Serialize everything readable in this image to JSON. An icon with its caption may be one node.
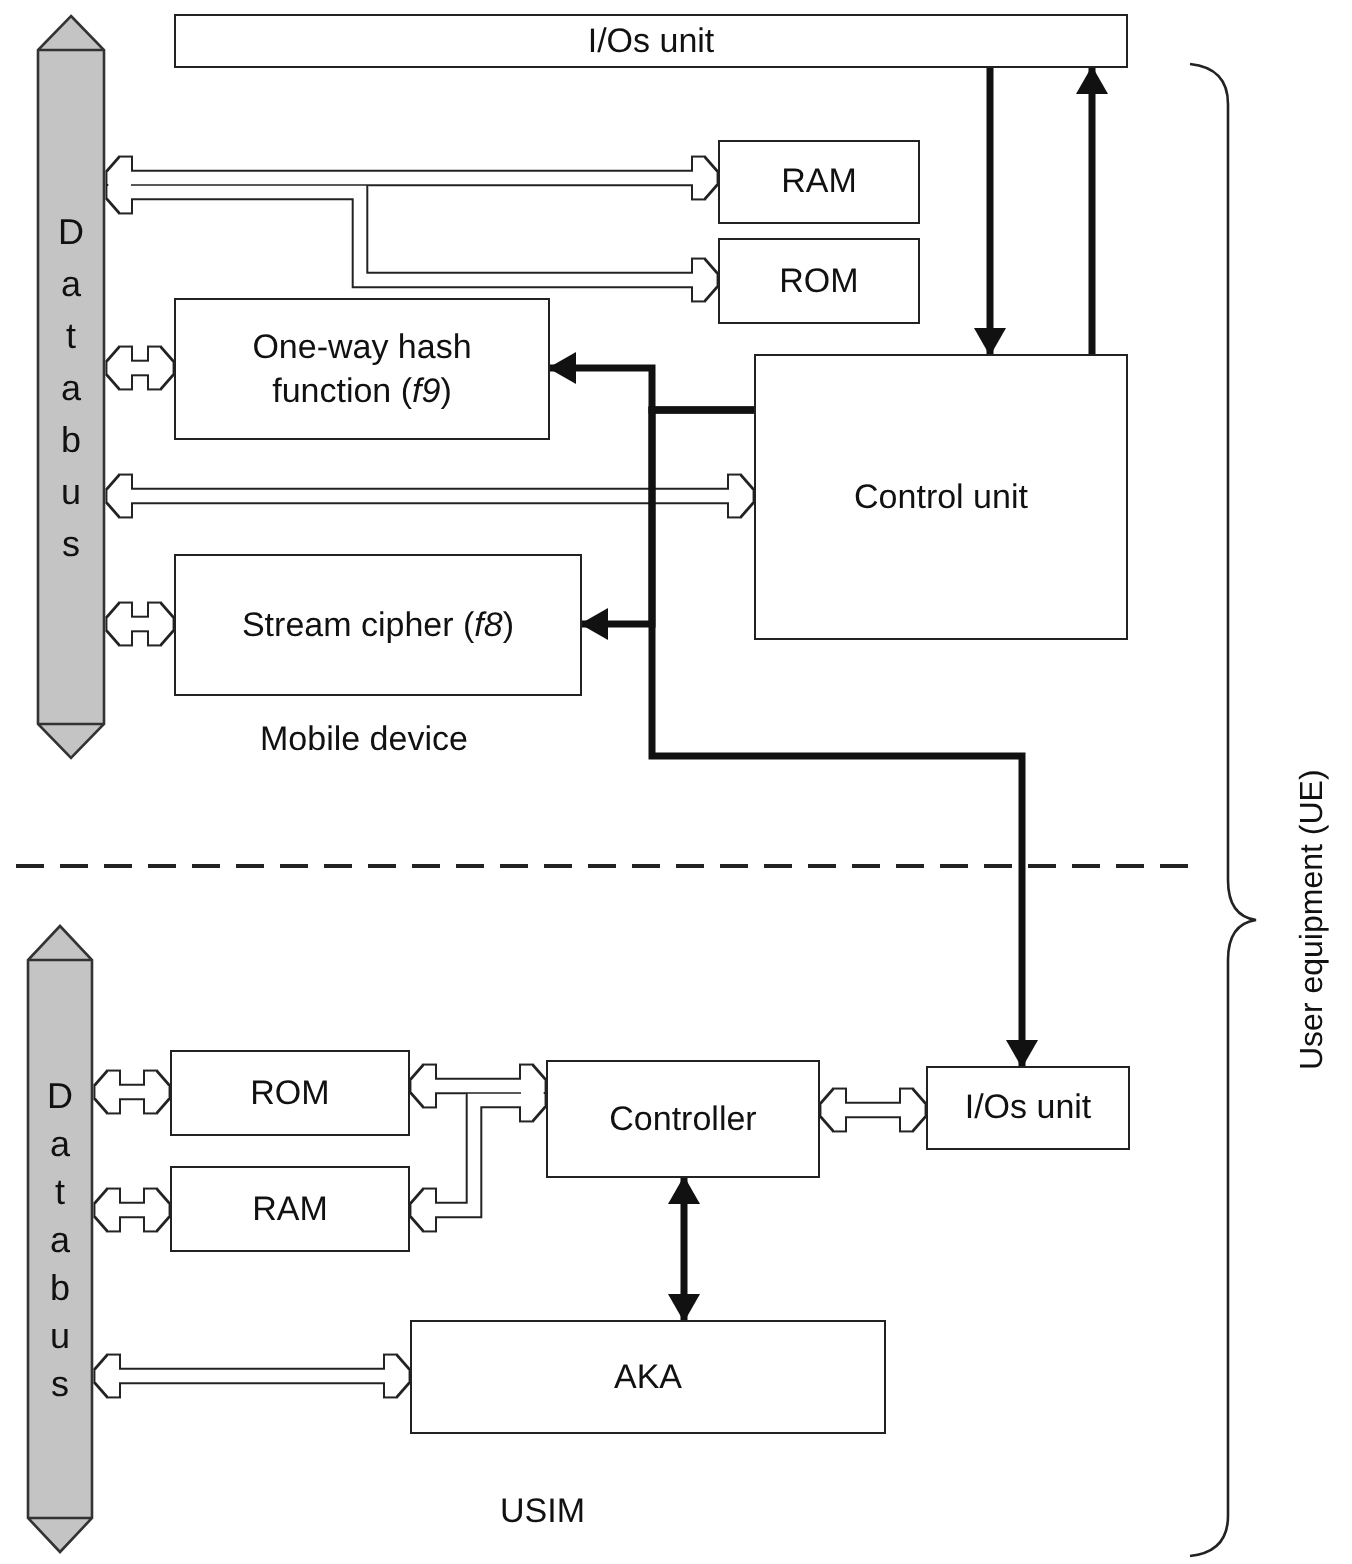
{
  "diagram": {
    "nodes": [
      {
        "text": [
          "Data bus"
        ]
      },
      {
        "text": [
          "I/Os unit"
        ]
      },
      {
        "text": [
          "RAM"
        ]
      },
      {
        "text": [
          "ROM"
        ]
      },
      {
        "text": [
          "One-way hash function (*f9*)"
        ]
      },
      {
        "text": [
          "Control unit"
        ]
      },
      {
        "text": [
          "Stream cipher (*f8*)"
        ]
      },
      {
        "text": [
          "Data bus"
        ]
      },
      {
        "text": [
          "ROM"
        ]
      },
      {
        "text": [
          "RAM"
        ]
      },
      {
        "text": [
          "Controller"
        ]
      },
      {
        "text": [
          "I/Os unit"
        ]
      },
      {
        "text": [
          "AKA"
        ]
      }
    ],
    "edges": [
      {
        "from": 0,
        "to": 2,
        "arrow": "both"
      },
      {
        "from": 0,
        "to": 3,
        "arrow": "both"
      },
      {
        "from": 0,
        "to": 4,
        "arrow": "both"
      },
      {
        "from": 0,
        "to": 5,
        "arrow": "both"
      },
      {
        "from": 0,
        "to": 6,
        "arrow": "both"
      },
      {
        "from": 1,
        "to": 5,
        "arrow": "to",
        "style": "thick"
      },
      {
        "from": 5,
        "to": 1,
        "arrow": "to",
        "style": "thick"
      },
      {
        "from": 5,
        "to": 4,
        "arrow": "to",
        "style": "thick"
      },
      {
        "from": 5,
        "to": 6,
        "arrow": "to",
        "style": "thick"
      },
      {
        "from": 5,
        "to": 11,
        "arrow": "to",
        "style": "thick"
      },
      {
        "from": 7,
        "to": 8,
        "arrow": "both"
      },
      {
        "from": 7,
        "to": 9,
        "arrow": "both"
      },
      {
        "from": 8,
        "to": 10,
        "arrow": "both"
      },
      {
        "from": 10,
        "to": 9,
        "arrow": "both"
      },
      {
        "from": 10,
        "to": 11,
        "arrow": "both"
      },
      {
        "from": 10,
        "to": 12,
        "arrow": "both",
        "style": "thick"
      },
      {
        "from": 7,
        "to": 12,
        "arrow": "both"
      }
    ],
    "labels": [
      "Mobile device",
      "USIM",
      "User equipment (UE)"
    ]
  }
}
